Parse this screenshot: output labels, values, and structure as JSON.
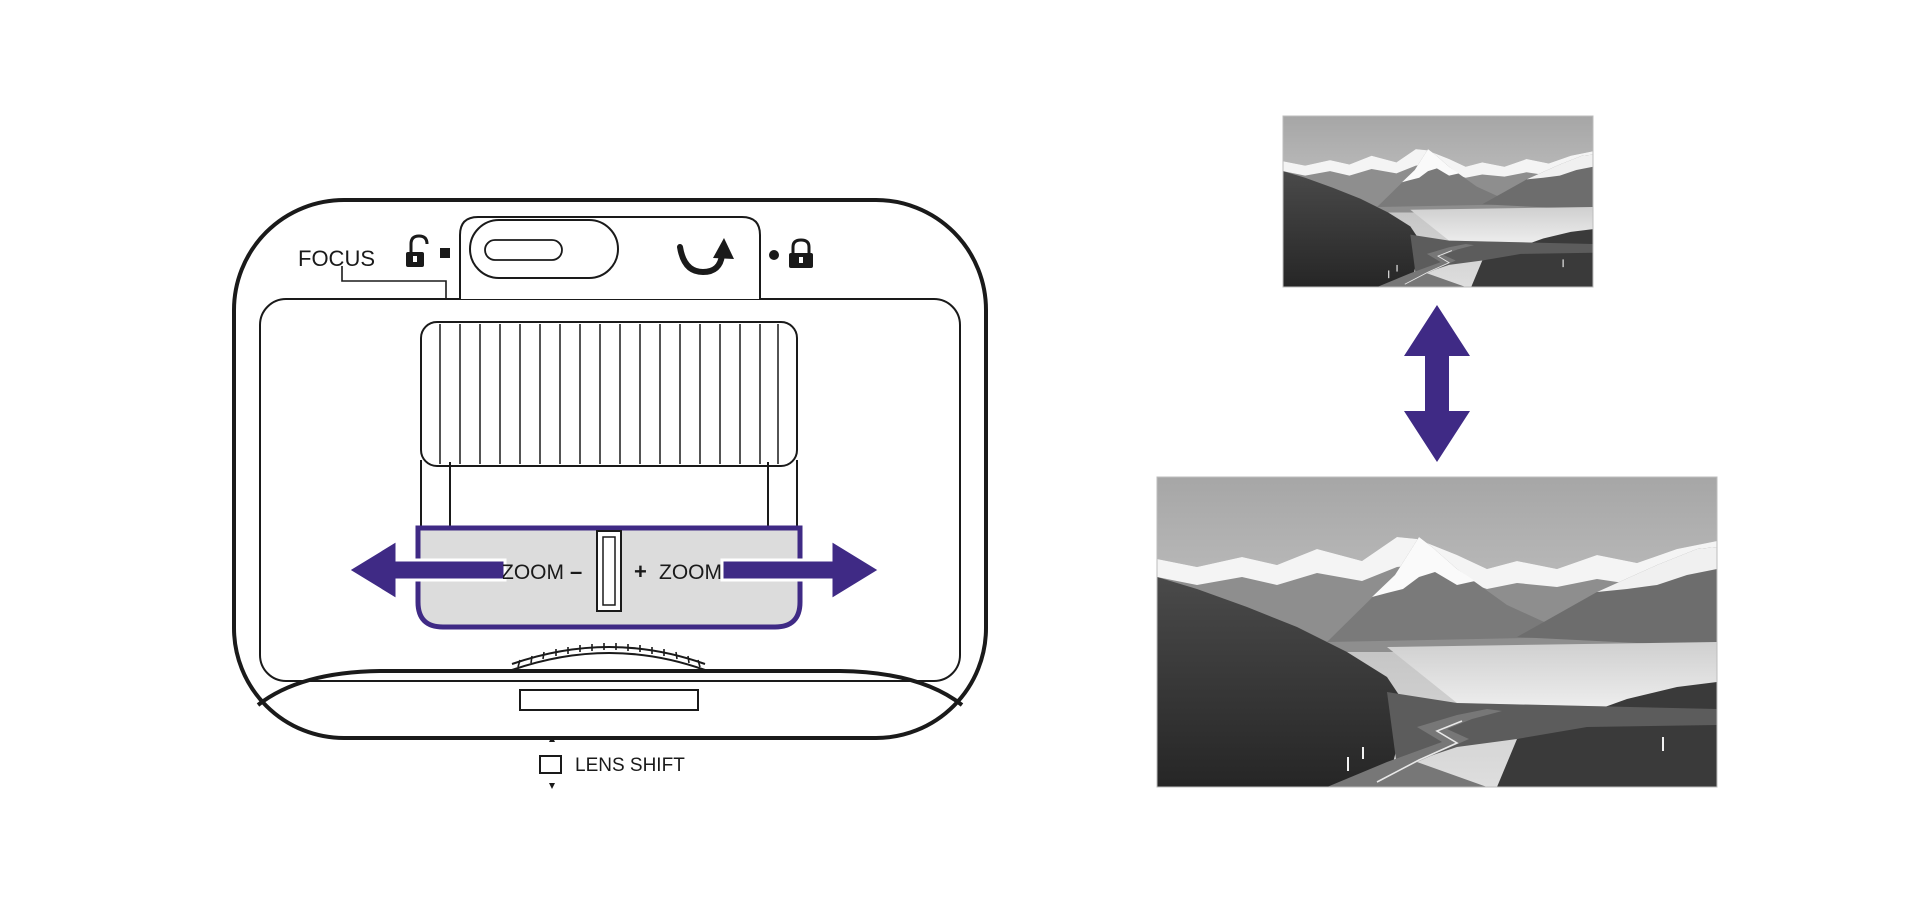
{
  "labels": {
    "focus": "FOCUS",
    "zoom_minus": "ZOOM",
    "zoom_plus": "ZOOM",
    "minus_sign": "–",
    "plus_sign": "+",
    "lens_shift": "LENS SHIFT"
  },
  "icons": {
    "focus_unlock": "unlock-icon",
    "focus_lock": "lock-icon",
    "rotate": "rotate-arrow-icon",
    "zoom_direction": "horizontal-arrow-icon",
    "size_change": "vertical-arrow-icon",
    "lens_shift": "lens-shift-icon"
  },
  "images": {
    "small_photo": "mountain-lake-road-photo",
    "large_photo": "mountain-lake-road-photo"
  },
  "colors": {
    "accent": "#3f2a85",
    "outline": "#1a1a1a",
    "zoom_panel": "#dcdcdc"
  }
}
